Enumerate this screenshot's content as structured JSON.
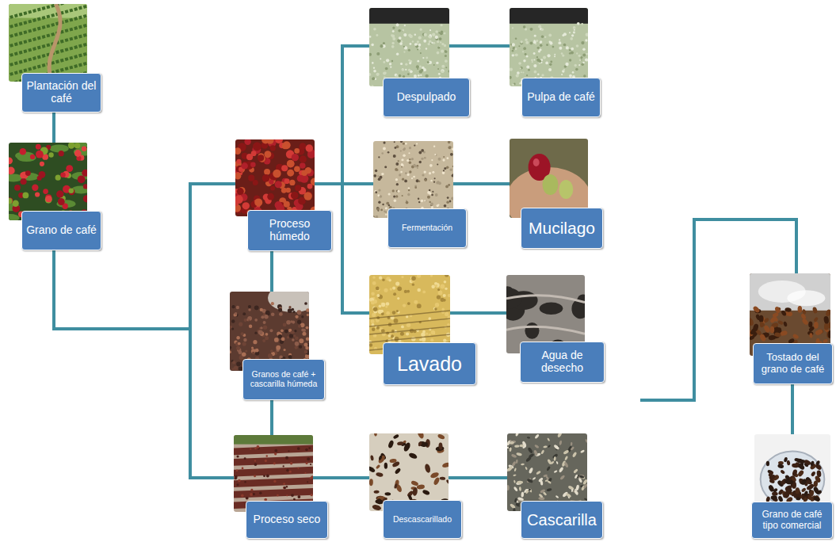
{
  "diagram": {
    "nodes": [
      {
        "text": [
          "Plantación del café"
        ]
      },
      {
        "text": [
          "Grano de café"
        ]
      },
      {
        "text": [
          "Proceso húmedo"
        ]
      },
      {
        "text": [
          "Granos de café + cascarilla húmeda"
        ]
      },
      {
        "text": [
          "Proceso seco"
        ]
      },
      {
        "text": [
          "Despulpado"
        ]
      },
      {
        "text": [
          "Pulpa de café"
        ]
      },
      {
        "text": [
          "Fermentación"
        ]
      },
      {
        "text": [
          "Mucilago"
        ]
      },
      {
        "text": [
          "Lavado"
        ]
      },
      {
        "text": [
          "Agua de desecho"
        ]
      },
      {
        "text": [
          "Descascarillado"
        ]
      },
      {
        "text": [
          "Cascarilla"
        ]
      },
      {
        "text": [
          "Tostado del grano de café"
        ]
      },
      {
        "text": [
          "Grano de café tipo comercial"
        ]
      }
    ],
    "edges": [
      {
        "from": 0,
        "to": 1,
        "arrow": "none"
      },
      {
        "from": 1,
        "to": 2,
        "arrow": "none"
      },
      {
        "from": 1,
        "to": 4,
        "arrow": "none"
      },
      {
        "from": 2,
        "to": 3,
        "arrow": "none"
      },
      {
        "from": 3,
        "to": 4,
        "arrow": "none"
      },
      {
        "from": 2,
        "to": 5,
        "arrow": "none"
      },
      {
        "from": 2,
        "to": 7,
        "arrow": "none"
      },
      {
        "from": 2,
        "to": 9,
        "arrow": "none"
      },
      {
        "from": 5,
        "to": 6,
        "arrow": "none"
      },
      {
        "from": 7,
        "to": 8,
        "arrow": "none"
      },
      {
        "from": 9,
        "to": 10,
        "arrow": "none"
      },
      {
        "from": 4,
        "to": 11,
        "arrow": "none"
      },
      {
        "from": 11,
        "to": 12,
        "arrow": "none"
      },
      {
        "from": 13,
        "to": 14,
        "arrow": "none"
      }
    ]
  }
}
